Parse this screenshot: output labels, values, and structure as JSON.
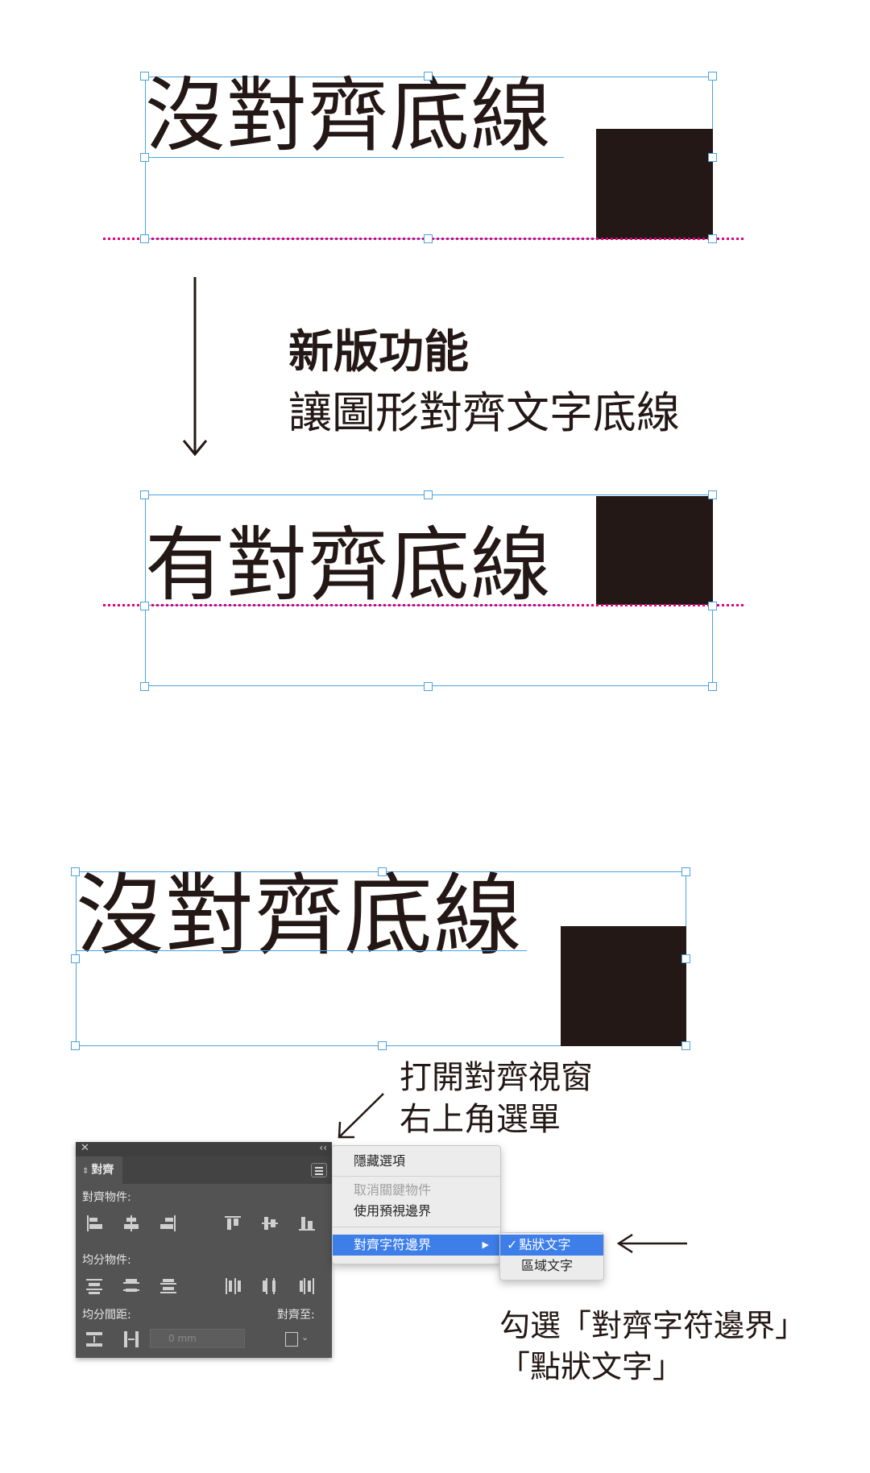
{
  "example_top": {
    "text": "沒對齊底線"
  },
  "caption": {
    "title": "新版功能",
    "subtitle": "讓圖形對齊文字底線"
  },
  "example_middle": {
    "text": "有對齊底線"
  },
  "example_bottom": {
    "text": "沒對齊底線"
  },
  "annotations": {
    "open_line1": "打開對齊視窗",
    "open_line2": "右上角選單",
    "check_line1": "勾選「對齊字符邊界」",
    "check_line2": "「點狀文字」"
  },
  "align_panel": {
    "tab_label": "對齊",
    "section_align_objects": "對齊物件:",
    "section_distribute_objects": "均分物件:",
    "section_distribute_spacing": "均分間距:",
    "align_to_label": "對齊至:",
    "spacing_value": "0 mm"
  },
  "flyout_menu": {
    "items": [
      "隱藏選項",
      "取消關鍵物件",
      "使用預視邊界",
      "對齊字符邊界"
    ]
  },
  "submenu": {
    "checked_item": "點狀文字",
    "item2": "區域文字",
    "check_mark": "✓"
  },
  "colors": {
    "text": "#231815",
    "selection": "#4aa3df",
    "baseline_guide": "#e6007e",
    "panel_bg": "#535353",
    "menu_highlight": "#3d7ee9"
  }
}
